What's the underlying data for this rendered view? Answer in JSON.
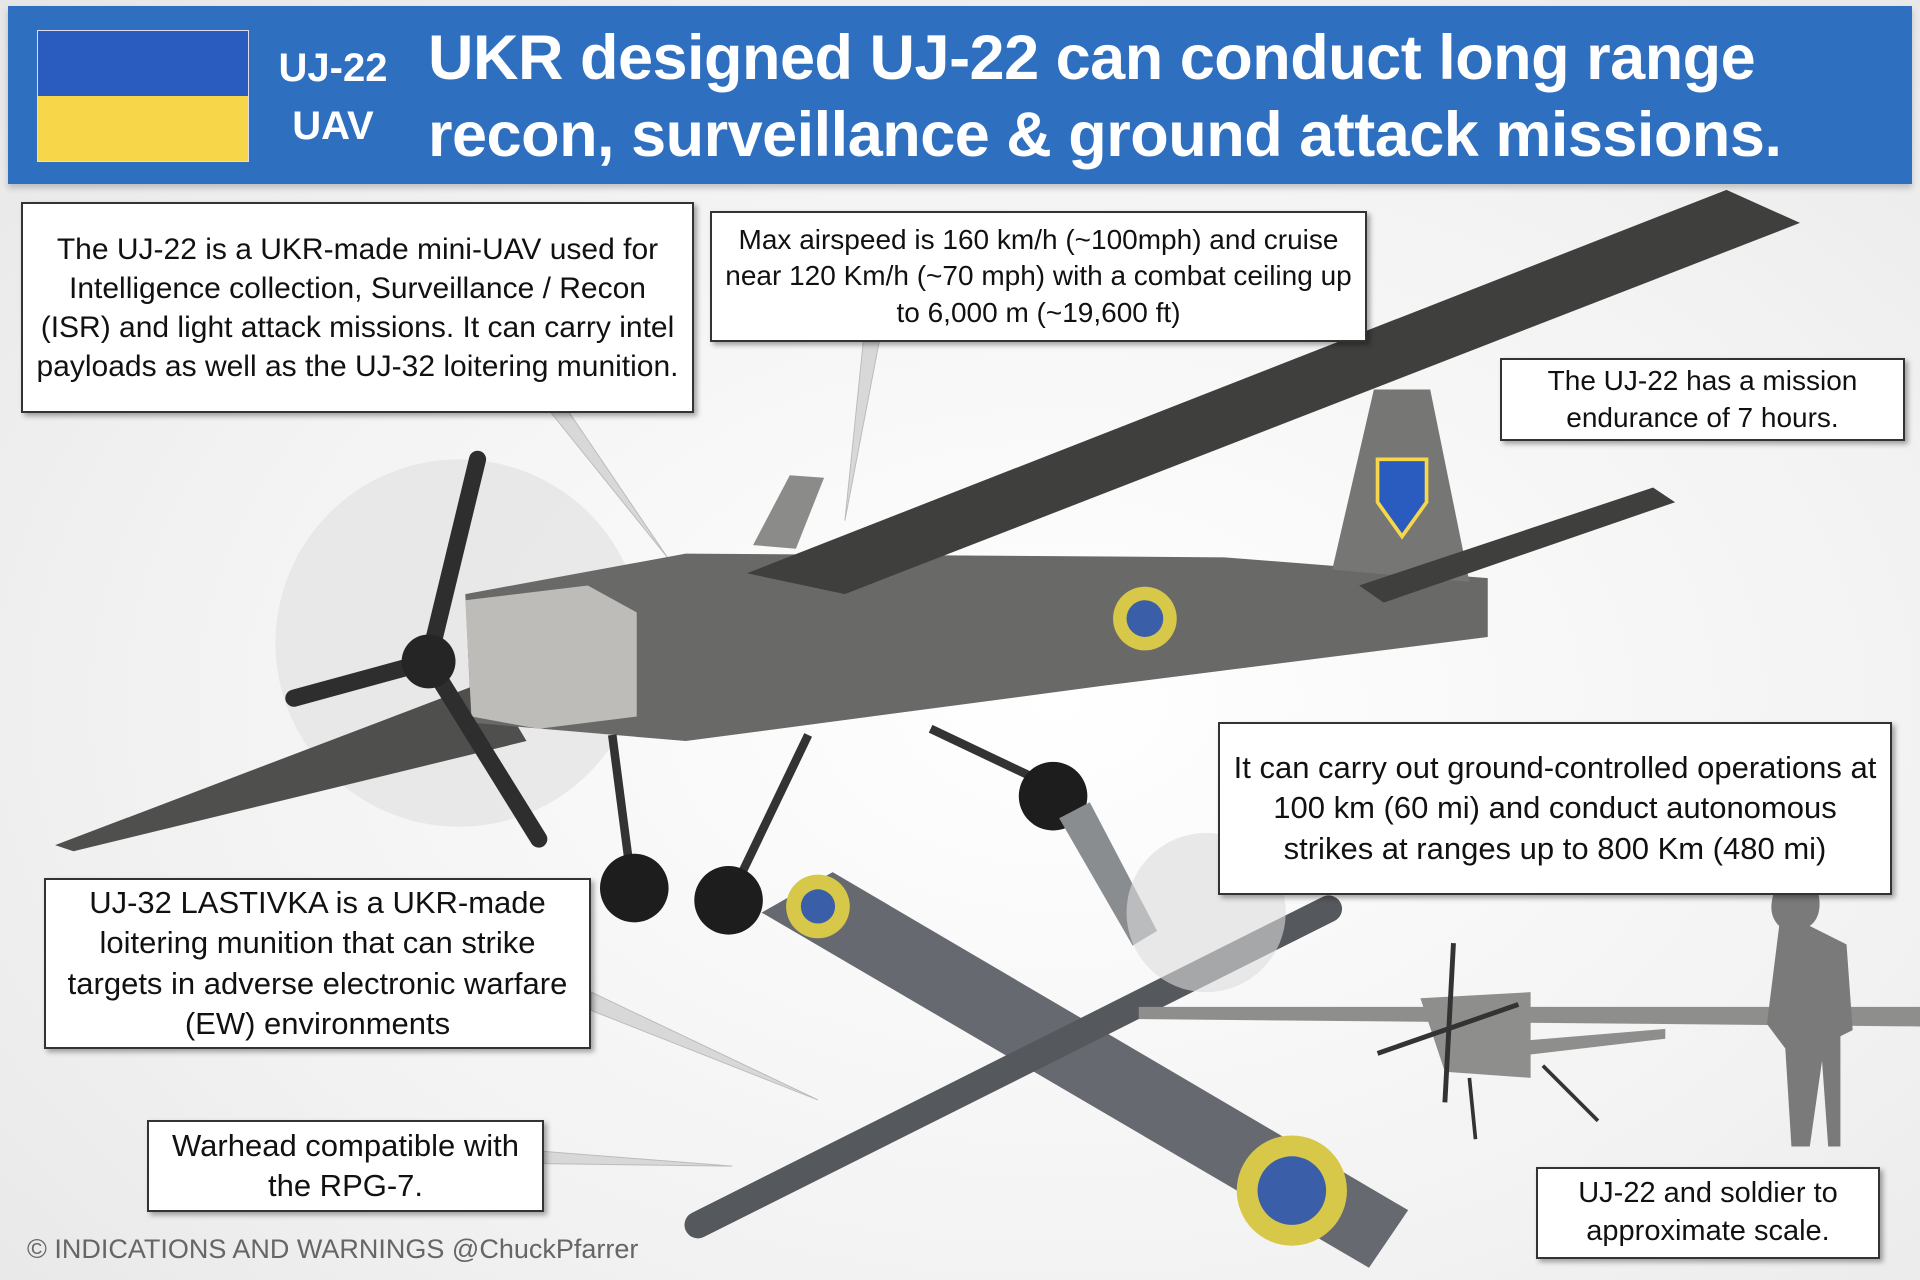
{
  "header": {
    "badge_line1": "UJ-22",
    "badge_line2": "UAV",
    "title_line1": "UKR designed UJ-22 can conduct long range",
    "title_line2": "recon, surveillance & ground attack missions."
  },
  "callouts": {
    "overview": "The UJ-22 is a UKR-made mini-UAV used for Intelligence collection, Surveillance / Recon (ISR) and light attack missions.  It can carry intel payloads as well as the UJ-32 loitering munition.",
    "speed": "Max airspeed is 160 km/h (~100mph) and cruise near 120 Km/h (~70 mph)   with a combat ceiling up to 6,000 m (~19,600 ft)",
    "endurance": "The UJ-22 has a mission endurance of  7 hours.",
    "range": "It can carry out ground-controlled operations at 100 km (60 mi) and conduct autonomous strikes at ranges up to 800 Km (480 mi)",
    "lastivka": "UJ-32 LASTIVKA is a UKR-made loitering munition that can strike targets in adverse electronic warfare (EW) environments",
    "warhead": "Warhead compatible with the RPG-7.",
    "scale": "UJ-22  and soldier to approximate scale."
  },
  "credit": "© INDICATIONS AND WARNINGS @ChuckPfarrer",
  "colors": {
    "header_blue": "#2f6fbf",
    "flag_blue": "#2a5cbf",
    "flag_yellow": "#f7d64a",
    "drone_gray": "#5e5f5d"
  }
}
